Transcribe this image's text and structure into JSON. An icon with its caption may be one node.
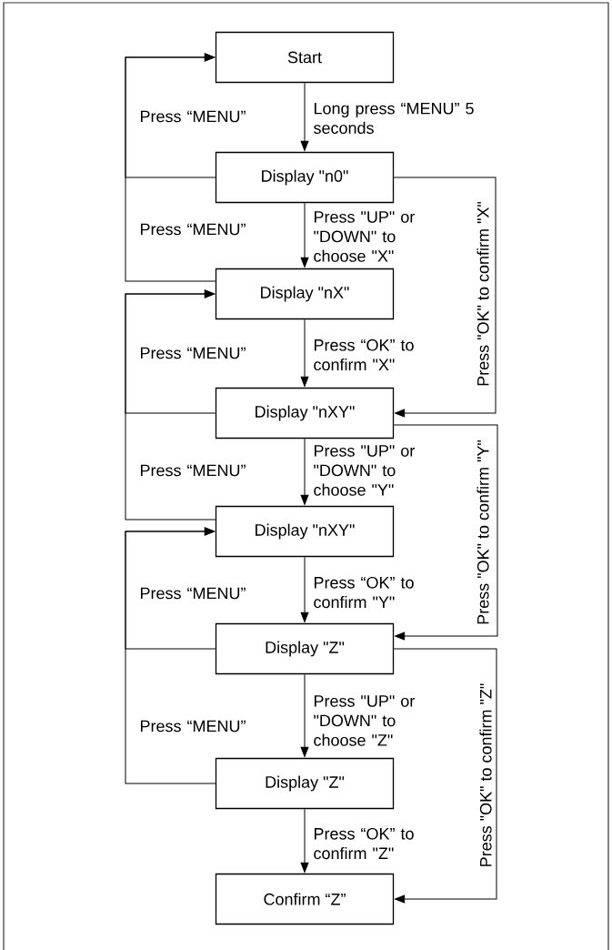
{
  "diagram": {
    "nodes": [
      {
        "text": [
          "Start"
        ]
      },
      {
        "text": [
          "Display \"n0\""
        ]
      },
      {
        "text": [
          "Display \"nX\""
        ]
      },
      {
        "text": [
          "Display \"nXY\""
        ]
      },
      {
        "text": [
          "Display \"nXY\""
        ]
      },
      {
        "text": [
          "Display \"Z\""
        ]
      },
      {
        "text": [
          "Display \"Z\""
        ]
      },
      {
        "text": [
          "Confirm “Z”"
        ]
      }
    ],
    "edges": [
      {
        "from": 0,
        "to": 1,
        "arrow": "to",
        "label": "Long press “MENU” 5 seconds"
      },
      {
        "from": 1,
        "to": 2,
        "arrow": "to",
        "label": "Press \"UP\" or \"DOWN\" to choose \"X\""
      },
      {
        "from": 2,
        "to": 3,
        "arrow": "to",
        "label": "Press “OK” to confirm \"X\""
      },
      {
        "from": 3,
        "to": 4,
        "arrow": "to",
        "label": "Press \"UP\" or \"DOWN\" to choose \"Y\""
      },
      {
        "from": 4,
        "to": 5,
        "arrow": "to",
        "label": "Press “OK” to confirm \"Y\""
      },
      {
        "from": 5,
        "to": 6,
        "arrow": "to",
        "label": "Press \"UP\" or \"DOWN\" to choose \"Z\""
      },
      {
        "from": 6,
        "to": 7,
        "arrow": "to",
        "label": "Press “OK” to confirm \"Z\""
      },
      {
        "from": 1,
        "to": 0,
        "arrow": "to",
        "label": "Press “MENU”"
      },
      {
        "from": 2,
        "to": 0,
        "arrow": "to",
        "label": "Press “MENU”"
      },
      {
        "from": 3,
        "to": 2,
        "arrow": "to",
        "label": "Press “MENU”"
      },
      {
        "from": 4,
        "to": 2,
        "arrow": "to",
        "label": "Press “MENU”"
      },
      {
        "from": 5,
        "to": 4,
        "arrow": "to",
        "label": "Press “MENU”"
      },
      {
        "from": 6,
        "to": 4,
        "arrow": "to",
        "label": "Press “MENU”"
      },
      {
        "from": 1,
        "to": 3,
        "arrow": "to",
        "label": "Press \"OK\" to confirm \"X\""
      },
      {
        "from": 3,
        "to": 5,
        "arrow": "to",
        "label": "Press \"OK\" to confirm \"Y\""
      },
      {
        "from": 5,
        "to": 7,
        "arrow": "to",
        "label": "Press \"OK\" to confirm \"Z\""
      }
    ]
  }
}
